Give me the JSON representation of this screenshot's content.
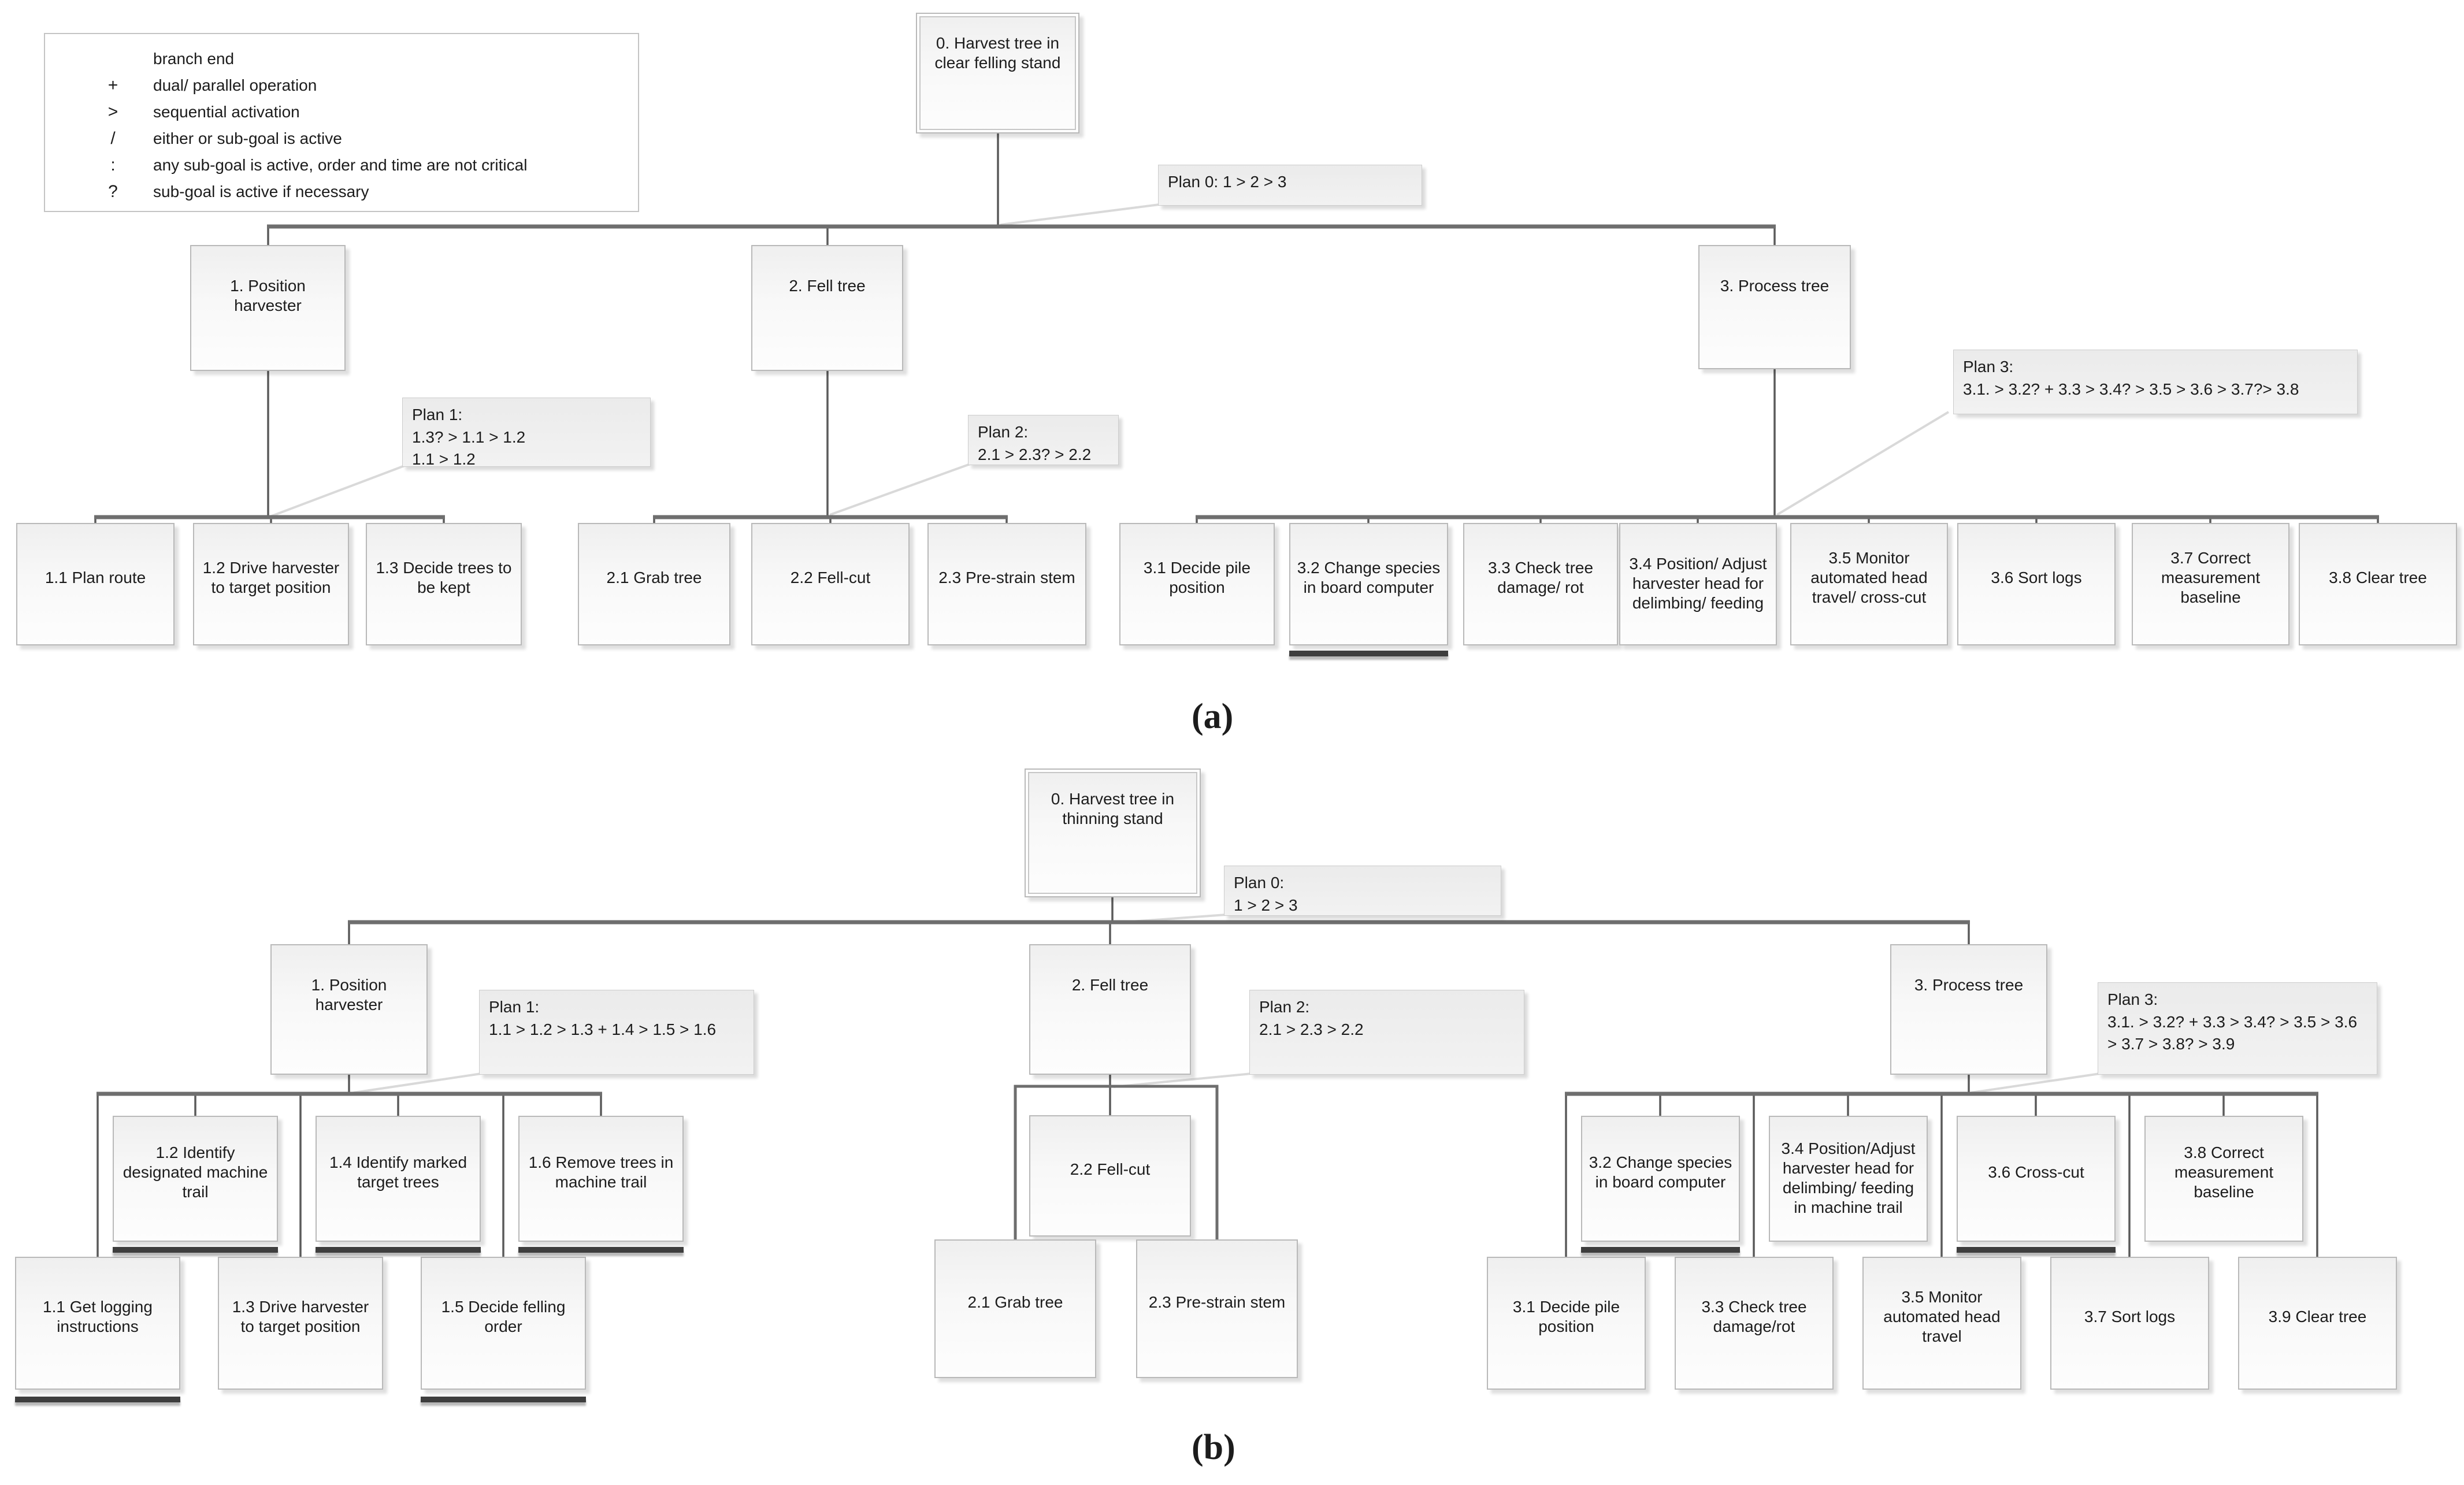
{
  "legend": {
    "items": [
      {
        "symbol": "",
        "label": "branch end"
      },
      {
        "symbol": "+",
        "label": "dual/ parallel operation"
      },
      {
        "symbol": ">",
        "label": "sequential activation"
      },
      {
        "symbol": "/",
        "label": "either or sub-goal is active"
      },
      {
        "symbol": ":",
        "label": "any sub-goal is active, order and time are not critical"
      },
      {
        "symbol": "?",
        "label": "sub-goal is active if necessary"
      }
    ]
  },
  "captions": {
    "a": "(a)",
    "b": "(b)"
  },
  "nodes": {
    "a_root": "0. Harvest tree in clear felling stand",
    "a_plan0": "Plan 0: 1 > 2 > 3",
    "a_n1": "1. Position harvester",
    "a_n2": "2. Fell tree",
    "a_n3": "3. Process tree",
    "a_plan1": "Plan 1:\n1.3? > 1.1 > 1.2\n1.1 > 1.2",
    "a_plan2": "Plan 2:\n2.1 > 2.3? > 2.2",
    "a_plan3": "Plan 3:\n3.1. > 3.2? + 3.3 > 3.4? > 3.5 > 3.6 > 3.7?> 3.8",
    "a_11": "1.1 Plan route",
    "a_12": "1.2 Drive harvester to target position",
    "a_13": "1.3 Decide trees to be kept",
    "a_21": "2.1 Grab tree",
    "a_22": "2.2 Fell-cut",
    "a_23": "2.3 Pre-strain stem",
    "a_31": "3.1 Decide pile position",
    "a_32": "3.2 Change species in board computer",
    "a_33": "3.3 Check tree damage/ rot",
    "a_34": "3.4 Position/ Adjust harvester head for delimbing/ feeding",
    "a_35": "3.5 Monitor automated head travel/ cross-cut",
    "a_36": "3.6 Sort logs",
    "a_37": "3.7 Correct measurement baseline",
    "a_38": "3.8 Clear tree",
    "b_root": "0. Harvest tree in thinning stand",
    "b_plan0": "Plan 0:\n1 > 2 > 3",
    "b_n1": "1. Position harvester",
    "b_n2": "2. Fell tree",
    "b_n3": "3. Process tree",
    "b_plan1": "Plan 1:\n1.1 > 1.2 > 1.3 + 1.4 > 1.5 > 1.6",
    "b_plan2": "Plan 2:\n2.1 > 2.3 > 2.2",
    "b_plan3": "Plan 3:\n3.1. > 3.2? + 3.3 > 3.4? > 3.5 > 3.6 > 3.7 > 3.8? > 3.9",
    "b_11": "1.1 Get logging instructions",
    "b_12": "1.2 Identify designated machine trail",
    "b_13": "1.3 Drive harvester to target position",
    "b_14": "1.4 Identify marked target trees",
    "b_15": "1.5 Decide felling order",
    "b_16": "1.6 Remove trees in machine trail",
    "b_21": "2.1 Grab tree",
    "b_22": "2.2 Fell-cut",
    "b_23": "2.3 Pre-strain stem",
    "b_31": "3.1 Decide pile position",
    "b_32": "3.2 Change species in board computer",
    "b_33": "3.3 Check tree damage/rot",
    "b_34": "3.4 Position/Adjust harvester head for delimbing/ feeding in machine trail",
    "b_35": "3.5 Monitor automated head travel",
    "b_36": "3.6 Cross-cut",
    "b_37": "3.7 Sort logs",
    "b_38": "3.8 Correct measurement baseline",
    "b_39": "3.9 Clear tree"
  }
}
